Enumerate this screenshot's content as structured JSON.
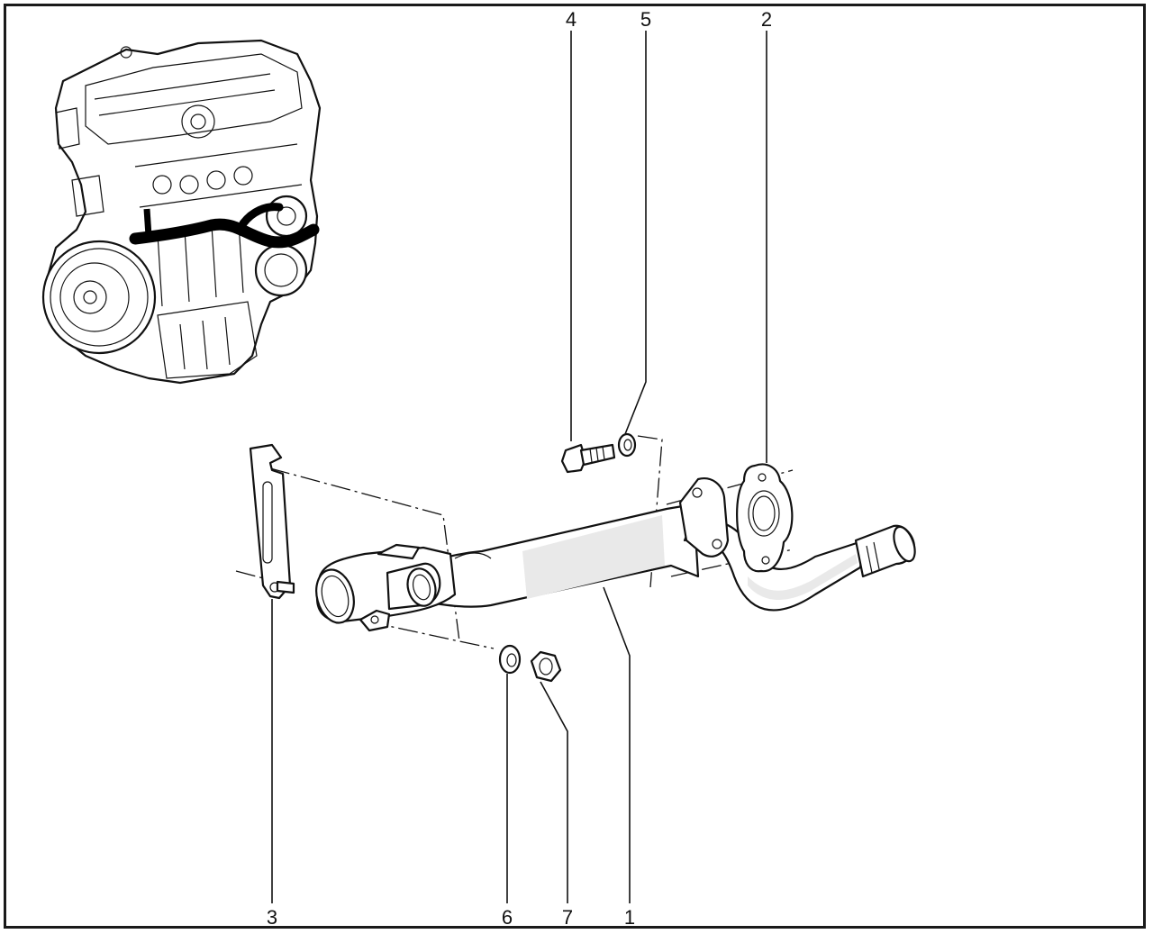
{
  "callouts": {
    "c1": "1",
    "c2": "2",
    "c3": "3",
    "c4": "4",
    "c5": "5",
    "c6": "6",
    "c7": "7"
  },
  "colors": {
    "line": "#111111",
    "highlight": "#000000",
    "background": "#ffffff"
  },
  "icons": {
    "engine": "engine-overview-illustration",
    "pipe": "coolant-pipe",
    "bracket": "mounting-bracket",
    "gasket": "flange-gasket",
    "bolt": "bolt",
    "washer": "washer",
    "nut": "nut"
  }
}
